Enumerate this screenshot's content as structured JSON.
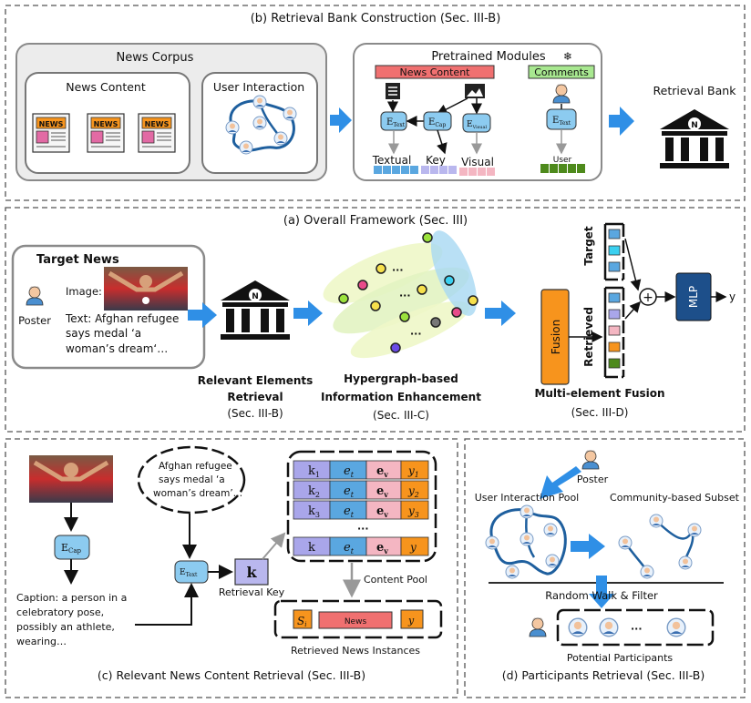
{
  "sections": {
    "b": {
      "title": "(b) Retrieval Bank Construction (Sec. III-B)",
      "news_corpus": "News Corpus",
      "news_content": "News Content",
      "user_interaction": "User Interaction",
      "newspaper_label": "NEWS",
      "pretrained_modules": "Pretrained Modules",
      "pm_news_content": "News Content",
      "pm_comments": "Comments",
      "e_text": "E",
      "e_text_sub": "Text",
      "e_cap": "E",
      "e_cap_sub": "Cap",
      "e_visual": "E",
      "e_visual_sub": "Visual",
      "textual": "Textual",
      "key": "Key",
      "visual": "Visual",
      "user": "User",
      "retrieval_bank": "Retrieval Bank",
      "bank_letter": "N"
    },
    "a": {
      "title": "(a) Overall Framework (Sec. III)",
      "target_news": "Target News",
      "image_label": "Image:",
      "poster": "Poster",
      "text_line1": "Text: Afghan refugee",
      "text_line2": "says medal ‘a",
      "text_line3": "woman’s dream‘…",
      "bank_letter": "N",
      "rel_line1": "Relevant Elements",
      "rel_line2": "Retrieval",
      "rel_line3": "(Sec. III-B)",
      "hyp_line1": "Hypergraph-based",
      "hyp_line2": "Information Enhancement",
      "hyp_line3": "(Sec. III-C)",
      "fusion": "Fusion",
      "target": "Target",
      "retrieved": "Retrieved",
      "mlp": "MLP",
      "plus": "+",
      "y": "y",
      "mef_line1": "Multi-element Fusion",
      "mef_line2": "(Sec. III-D)",
      "dots": "···"
    },
    "c": {
      "title": "(c) Relevant News Content Retrieval (Sec. III-B)",
      "e_cap": "E",
      "e_cap_sub": "Cap",
      "e_text": "E",
      "e_text_sub": "Text",
      "k": "k",
      "caption_lines": [
        "Caption: a person in a",
        "celebratory pose,",
        "possibly an athlete,",
        "wearing…"
      ],
      "bubble_lines": [
        "Afghan refugee",
        "says medal ‘a",
        "woman’s dream’…"
      ],
      "retrieval_key": "Retrieval Key",
      "content_pool": "Content Pool",
      "rows": [
        {
          "k": "k",
          "k_sub": "1",
          "et": "e",
          "et_sub": "t",
          "ev": "e",
          "ev_sub": "v",
          "y": "y",
          "y_sub": "1"
        },
        {
          "k": "k",
          "k_sub": "2",
          "et": "e",
          "et_sub": "t",
          "ev": "e",
          "ev_sub": "v",
          "y": "y",
          "y_sub": "2"
        },
        {
          "k": "k",
          "k_sub": "3",
          "et": "e",
          "et_sub": "t",
          "ev": "e",
          "ev_sub": "v",
          "y": "y",
          "y_sub": "3"
        },
        {
          "k": "k",
          "k_sub": "",
          "et": "e",
          "et_sub": "t",
          "ev": "e",
          "ev_sub": "v",
          "y": "y",
          "y_sub": ""
        }
      ],
      "dots": "···",
      "s_i": "S",
      "s_i_sub": "i",
      "news": "News",
      "y_small": "y",
      "retrieved_instances": "Retrieved News Instances"
    },
    "d": {
      "title": "(d) Participants Retrieval (Sec. III-B)",
      "poster": "Poster",
      "user_interaction_pool": "User Interaction Pool",
      "community_subset": "Community-based Subset",
      "random_walk": "Random Walk & Filter",
      "potential_participants": "Potential Participants",
      "dots": "···"
    }
  },
  "colors": {
    "arrow_blue": "#2f8fe6",
    "news_red": "#f07070",
    "comments_green": "#a8e890",
    "fusion_orange": "#f7941d",
    "mlp_navy": "#1d4f8a",
    "encoder_blue": "#8ccbf0",
    "key_purple": "#b9b7ee",
    "cell_blue": "#5aa7e0",
    "cell_purple": "#a9a6ea",
    "cell_orange": "#f7941d"
  }
}
